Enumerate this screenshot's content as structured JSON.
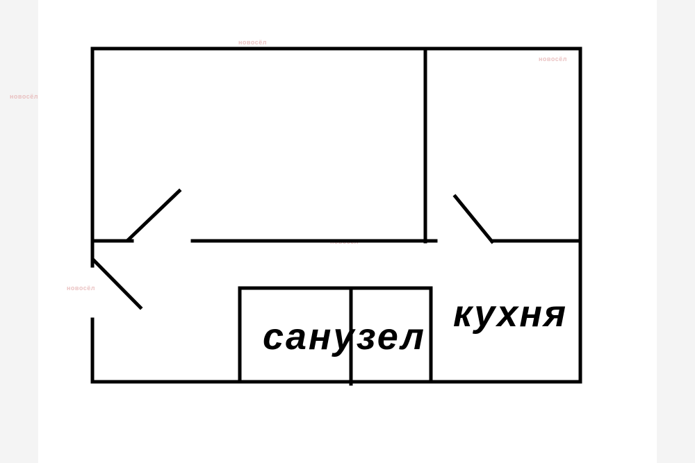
{
  "rooms": {
    "bathroom": "санузел",
    "kitchen": "кухня"
  },
  "watermark": "новосёл",
  "colors": {
    "wall": "#000000",
    "watermark": "#e6b3b3"
  }
}
